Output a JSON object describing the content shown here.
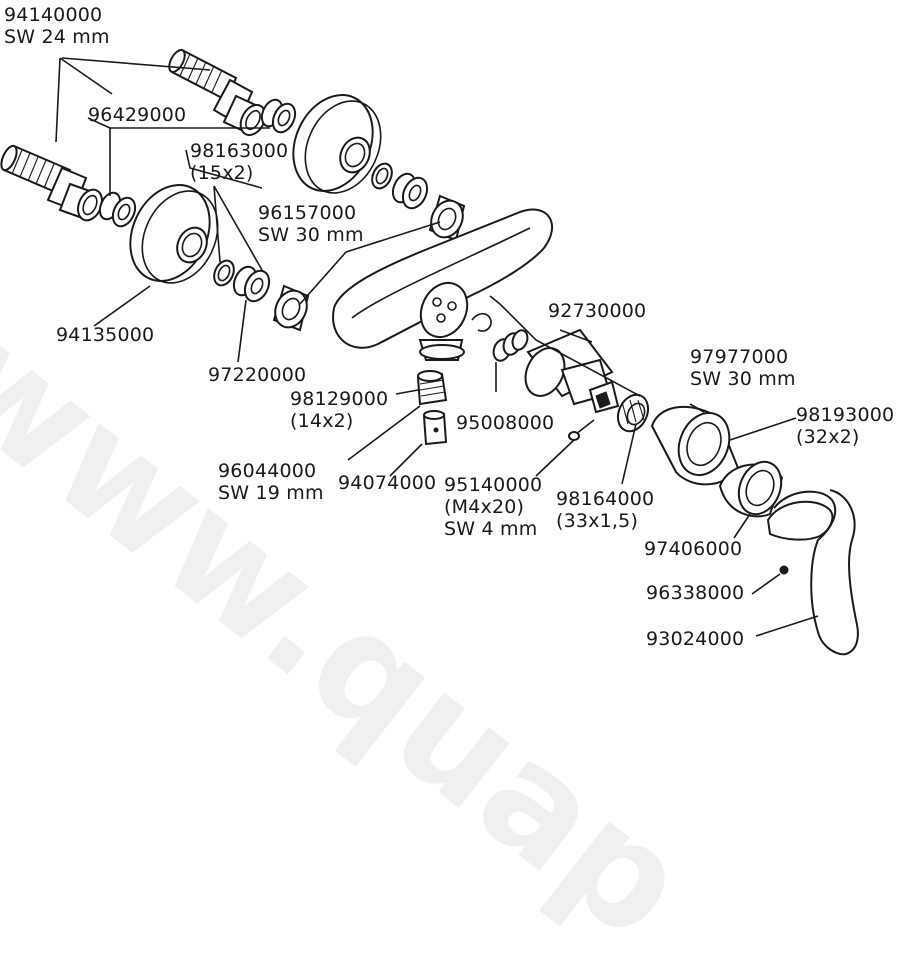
{
  "watermark": "www.quap",
  "parts": [
    {
      "id": "p94140000",
      "number": "94140000",
      "spec": "SW 24 mm"
    },
    {
      "id": "p96429000",
      "number": "96429000",
      "spec": ""
    },
    {
      "id": "p98163000",
      "number": "98163000",
      "spec": "(15x2)"
    },
    {
      "id": "p96157000",
      "number": "96157000",
      "spec": "SW 30 mm"
    },
    {
      "id": "p94135000",
      "number": "94135000",
      "spec": ""
    },
    {
      "id": "p97220000",
      "number": "97220000",
      "spec": ""
    },
    {
      "id": "p92730000",
      "number": "92730000",
      "spec": ""
    },
    {
      "id": "p97977000",
      "number": "97977000",
      "spec": "SW 30 mm"
    },
    {
      "id": "p98193000",
      "number": "98193000",
      "spec": "(32x2)"
    },
    {
      "id": "p98129000",
      "number": "98129000",
      "spec": "(14x2)"
    },
    {
      "id": "p95008000",
      "number": "95008000",
      "spec": ""
    },
    {
      "id": "p96044000",
      "number": "96044000",
      "spec": "SW 19 mm"
    },
    {
      "id": "p94074000",
      "number": "94074000",
      "spec": ""
    },
    {
      "id": "p95140000",
      "number": "95140000",
      "spec": "(M4x20)",
      "spec2": "SW 4 mm"
    },
    {
      "id": "p98164000",
      "number": "98164000",
      "spec": "(33x1,5)"
    },
    {
      "id": "p97406000",
      "number": "97406000",
      "spec": ""
    },
    {
      "id": "p96338000",
      "number": "96338000",
      "spec": ""
    },
    {
      "id": "p93024000",
      "number": "93024000",
      "spec": ""
    }
  ]
}
